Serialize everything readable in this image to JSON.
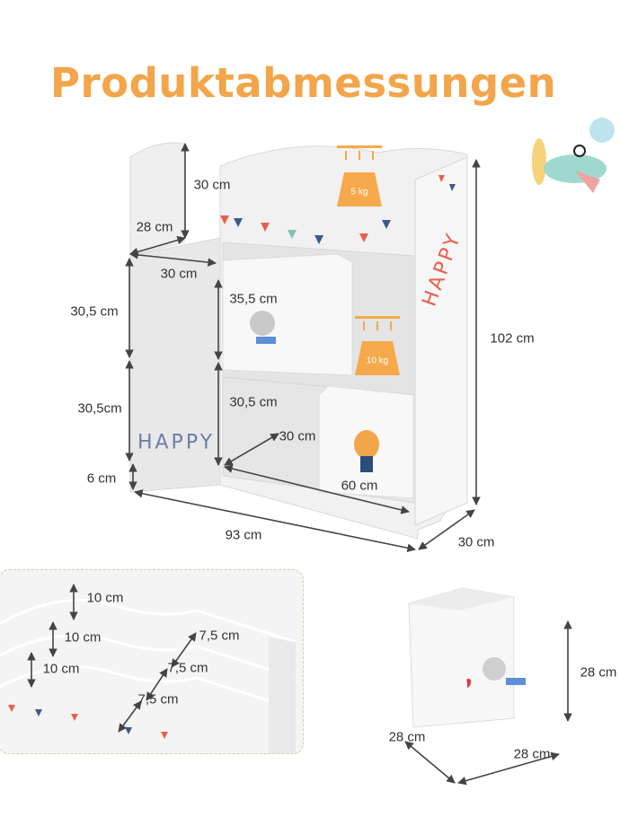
{
  "title": "Produktabmessungen",
  "shelf": {
    "top_height": "30 cm",
    "top_depth": "28 cm",
    "cube_width": "30 cm",
    "box_height_upper": "35,5 cm",
    "left_upper_height": "30,5 cm",
    "total_height": "102 cm",
    "left_lower_height": "30,5cm",
    "right_lower_height": "30,5 cm",
    "lower_depth": "30 cm",
    "feet_height": "6 cm",
    "lower_width": "60 cm",
    "total_width": "93 cm",
    "total_depth": "30 cm",
    "weight_top": "5 kg",
    "weight_middle": "10 kg",
    "happy_side": "HAPPY",
    "happy_front": "HAPPY"
  },
  "detail": {
    "heights": [
      "10 cm",
      "10 cm",
      "10 cm"
    ],
    "depths": [
      "7,5 cm",
      "7,5 cm",
      "7,5 cm"
    ]
  },
  "box": {
    "height": "28 cm",
    "depth": "28 cm",
    "width": "28 cm"
  },
  "colors": {
    "title": "#f2a54a",
    "weight": "#f5a94a",
    "arrow": "#444444"
  }
}
